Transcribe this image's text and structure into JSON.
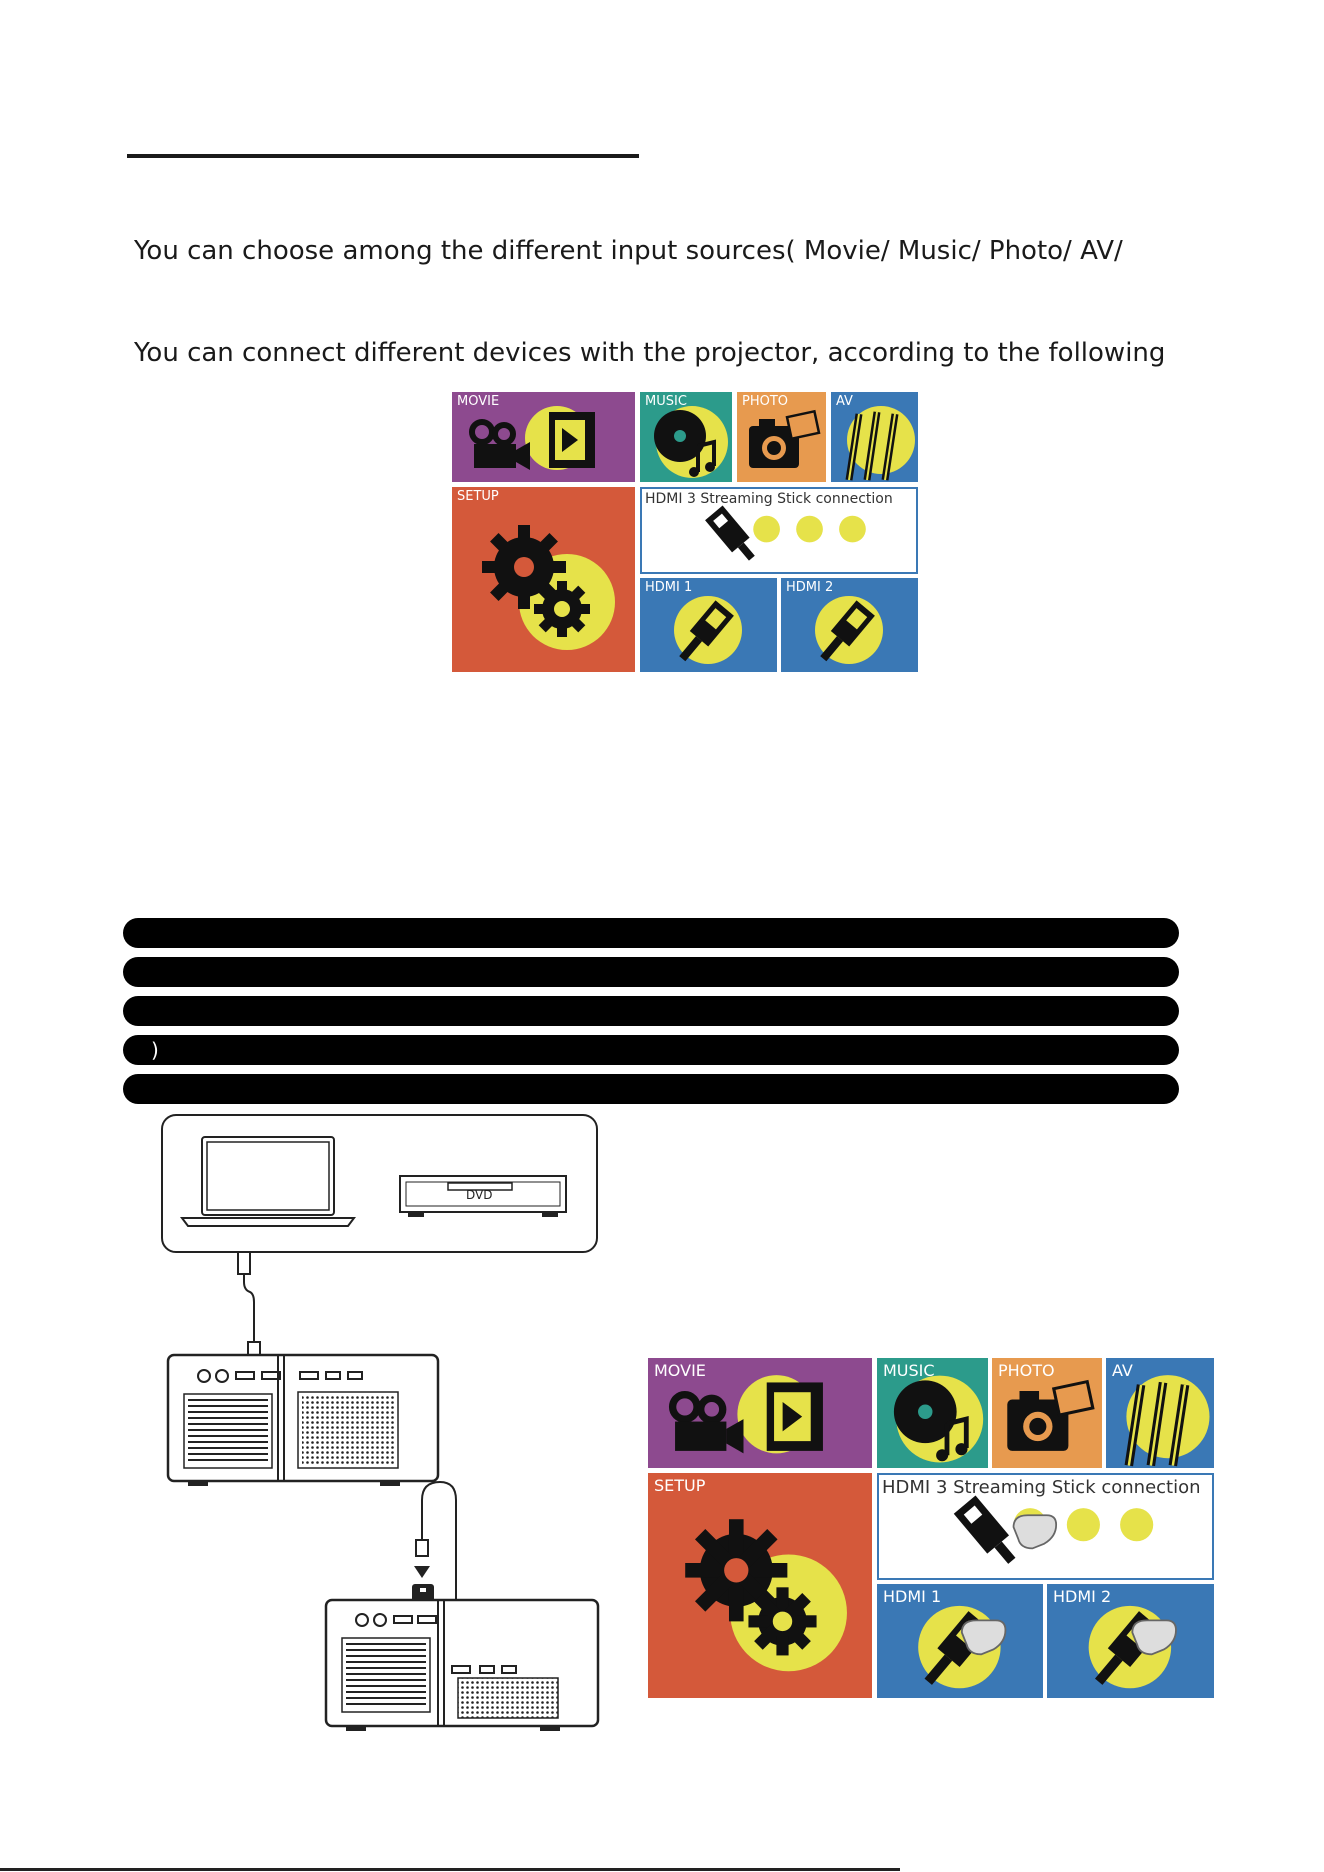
{
  "paragraphs": {
    "p1": "You can choose among the different input sources( Movie/ Music/ Photo/ AV/",
    "p2": "You can connect different devices with the projector, according to the following"
  },
  "bars": {
    "b4": ")"
  },
  "menu": {
    "movie": "MOVIE",
    "music": "MUSIC",
    "photo": "PHOTO",
    "av": "AV",
    "setup": "SETUP",
    "hdmi3": "HDMI 3 Streaming Stick connection",
    "hdmi1": "HDMI 1",
    "hdmi2": "HDMI 2"
  },
  "devices": {
    "dvd_label": "DVD"
  },
  "colors": {
    "movie": "#8d4a8f",
    "music": "#2c9b8b",
    "photo": "#e79a4f",
    "av": "#3a78b5",
    "setup": "#d4593a",
    "hdmi3_bg": "#ffffff",
    "hdmi3_border": "#3a78b5",
    "hdmi": "#3a78b5",
    "yellow": "#e6e24a"
  }
}
